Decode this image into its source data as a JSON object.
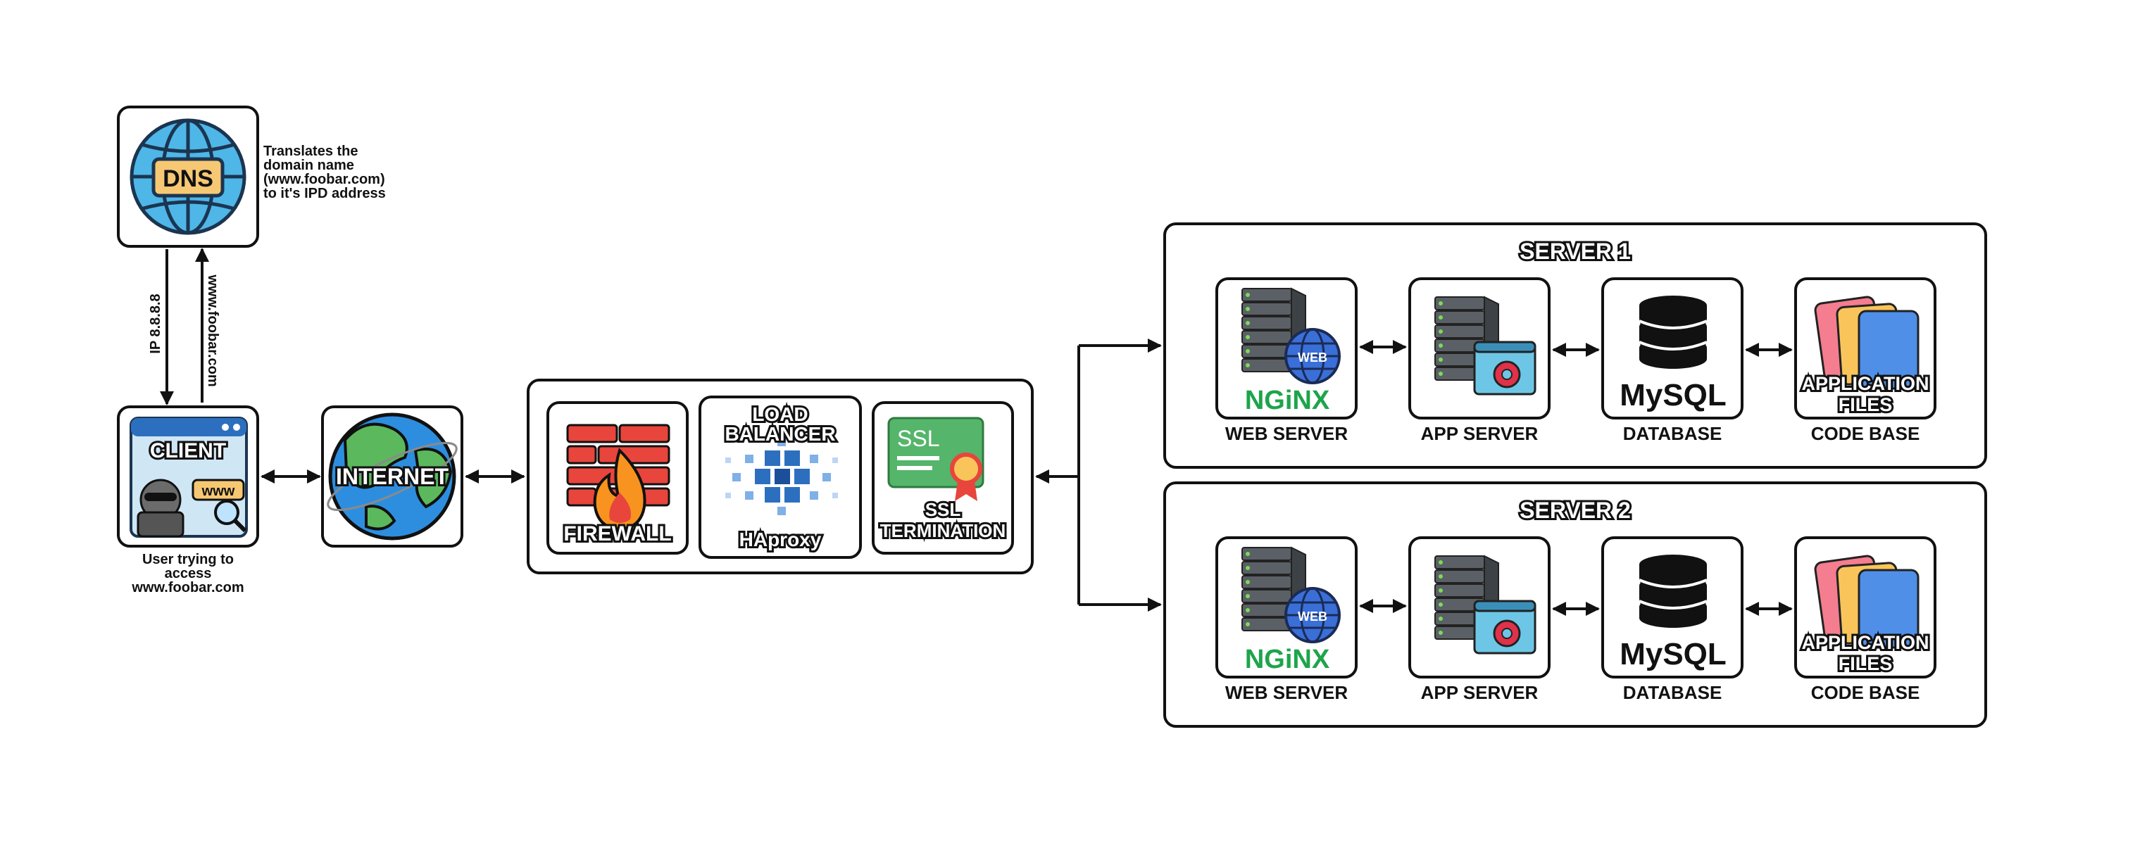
{
  "dns": {
    "icon_text": "DNS",
    "note": [
      "Translates the",
      "domain name",
      "(www.foobar.com)",
      "to it's IPD address"
    ],
    "arrow_left_label": "IP 8.8.8.8",
    "arrow_right_label": "www.foobar.com"
  },
  "client": {
    "label": "CLIENT",
    "caption": [
      "User trying to",
      "access",
      "www.foobar.com"
    ],
    "www_badge": "www"
  },
  "internet": {
    "label": "INTERNET"
  },
  "edge": {
    "firewall_label": "FIREWALL",
    "lb_label_line1": "LOAD",
    "lb_label_line2": "BALANCER",
    "lb_product": "HAproxy",
    "ssl_icon_text": "SSL",
    "ssl_label_line1": "SSL",
    "ssl_label_line2": "TERMINATION"
  },
  "servers": [
    {
      "title": "SERVER 1",
      "components": [
        {
          "icon_text": "NGiNX",
          "badge": "WEB",
          "label": "WEB SERVER"
        },
        {
          "icon_text": "",
          "label": "APP SERVER"
        },
        {
          "icon_text": "MySQL",
          "label": "DATABASE"
        },
        {
          "icon_text_line1": "APPLICATION",
          "icon_text_line2": "FILES",
          "label": "CODE BASE"
        }
      ]
    },
    {
      "title": "SERVER 2",
      "components": [
        {
          "icon_text": "NGiNX",
          "badge": "WEB",
          "label": "WEB SERVER"
        },
        {
          "icon_text": "",
          "label": "APP SERVER"
        },
        {
          "icon_text": "MySQL",
          "label": "DATABASE"
        },
        {
          "icon_text_line1": "APPLICATION",
          "icon_text_line2": "FILES",
          "label": "CODE BASE"
        }
      ]
    }
  ],
  "colors": {
    "dns_blue": "#4fb6e8",
    "dns_gold": "#f7c873",
    "firewall_red": "#e8453c",
    "flame_orange": "#f7931e",
    "ssl_green": "#55b56a",
    "nginx_green": "#1ea44b",
    "server_gray": "#5a6066",
    "gear_red": "#e0314b",
    "folder_pink": "#f47d8f",
    "folder_yellow": "#f9c55b",
    "folder_blue": "#4f8fe8",
    "earth_blue": "#2d8ee0",
    "earth_green": "#5cb85c"
  }
}
